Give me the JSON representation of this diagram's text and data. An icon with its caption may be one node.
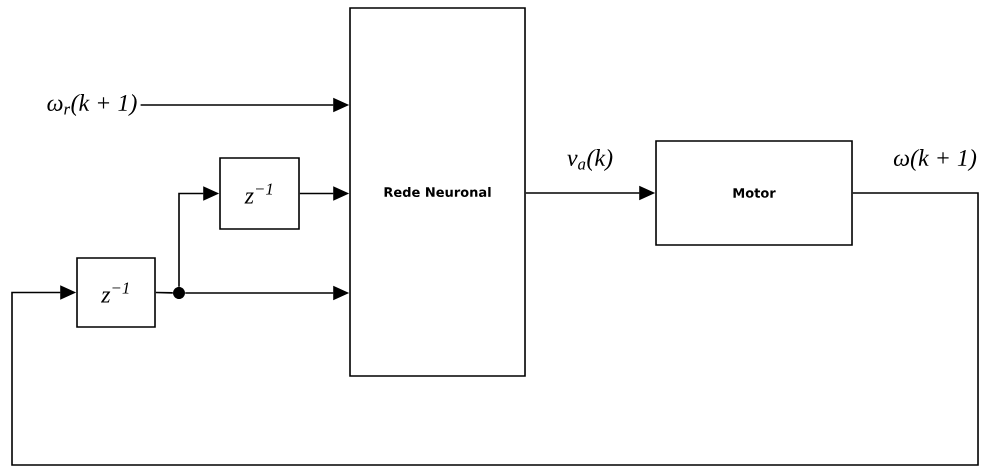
{
  "diagram": {
    "nodes": [
      {
        "text": [
          "ω$_{r}$(k + 1)"
        ]
      },
      {
        "text": [
          "Rede Neuronal"
        ]
      },
      {
        "text": [
          "z$^{−1}$"
        ]
      },
      {
        "text": [
          "z$^{−1}$"
        ]
      },
      {
        "text": [],
        "shape": "circle"
      },
      {
        "text": [
          "Motor"
        ]
      }
    ],
    "edges": [
      {
        "from": 0,
        "to": 1,
        "arrow": "to"
      },
      {
        "from": 2,
        "to": 1,
        "arrow": "to"
      },
      {
        "from": 4,
        "to": 1,
        "arrow": "to"
      },
      {
        "from": 4,
        "to": 2,
        "arrow": "to"
      },
      {
        "from": 3,
        "to": 4,
        "arrow": "none"
      },
      {
        "from": 1,
        "to": 5,
        "arrow": "to",
        "label": "v$_{a}$(k)"
      },
      {
        "from": 5,
        "to": 3,
        "arrow": "to",
        "label": "ω(k + 1)"
      }
    ]
  }
}
